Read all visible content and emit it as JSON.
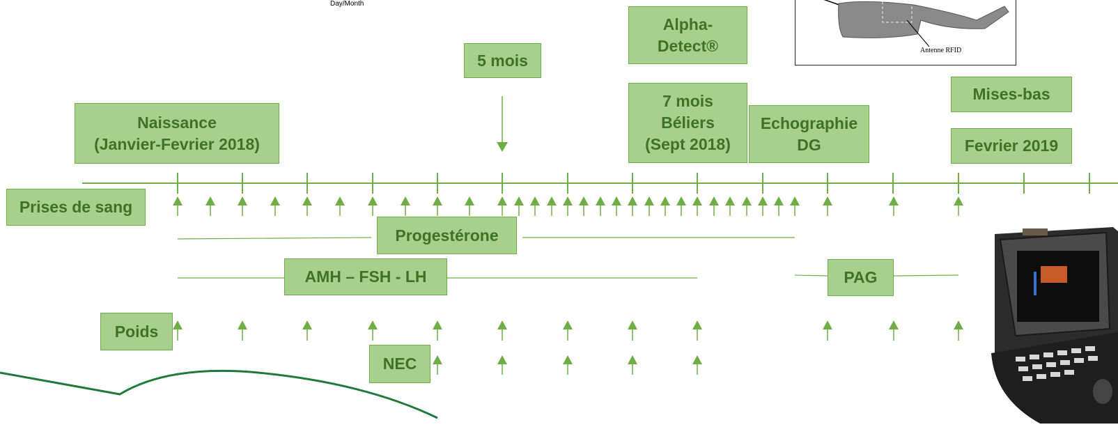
{
  "top_label": "Day/Month",
  "boxes": {
    "naissance": [
      "Naissance",
      "(Janvier-Fevrier 2018)"
    ],
    "cinq_mois": [
      "5 mois"
    ],
    "alpha_detect": [
      "Alpha-",
      "Detect®"
    ],
    "sept_mois": [
      "7 mois",
      "Béliers",
      "(Sept 2018)"
    ],
    "echographie": [
      "Echographie",
      "DG"
    ],
    "mises_bas": [
      "Mises-bas"
    ],
    "fevrier_2019": [
      "Fevrier 2019"
    ],
    "prises_de_sang": [
      "Prises de sang"
    ],
    "progesterone": [
      "Progestérone"
    ],
    "amh": [
      "AMH – FSH - LH"
    ],
    "pag": [
      "PAG"
    ],
    "poids": [
      "Poids"
    ],
    "nec": [
      "NEC"
    ]
  },
  "rfid_label": "Antenne RFID",
  "icons": {
    "collar": "rfid-collar-photo",
    "ultrasound": "ultrasound-device-photo"
  },
  "colors": {
    "line": "#70ad47",
    "box_fill": "#a8d08d",
    "box_text": "#3e7326",
    "curve": "#1f7a3a"
  }
}
